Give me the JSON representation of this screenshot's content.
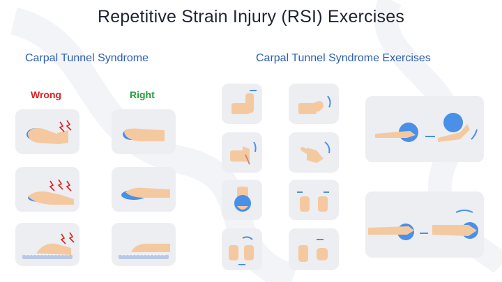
{
  "title": "Repetitive Strain Injury (RSI) Exercises",
  "left_section": {
    "heading": "Carpal Tunnel Syndrome",
    "wrong_label": "Wrong",
    "right_label": "Right"
  },
  "right_section": {
    "heading": "Carpal Tunnel Syndrome Exercises"
  },
  "colors": {
    "heading_blue": "#2a5fb0",
    "wrong_red": "#e02020",
    "right_green": "#22a03a",
    "skin": "#f5c9a0",
    "ball_blue": "#4a8fe8",
    "card_bg": "#eceef2"
  }
}
